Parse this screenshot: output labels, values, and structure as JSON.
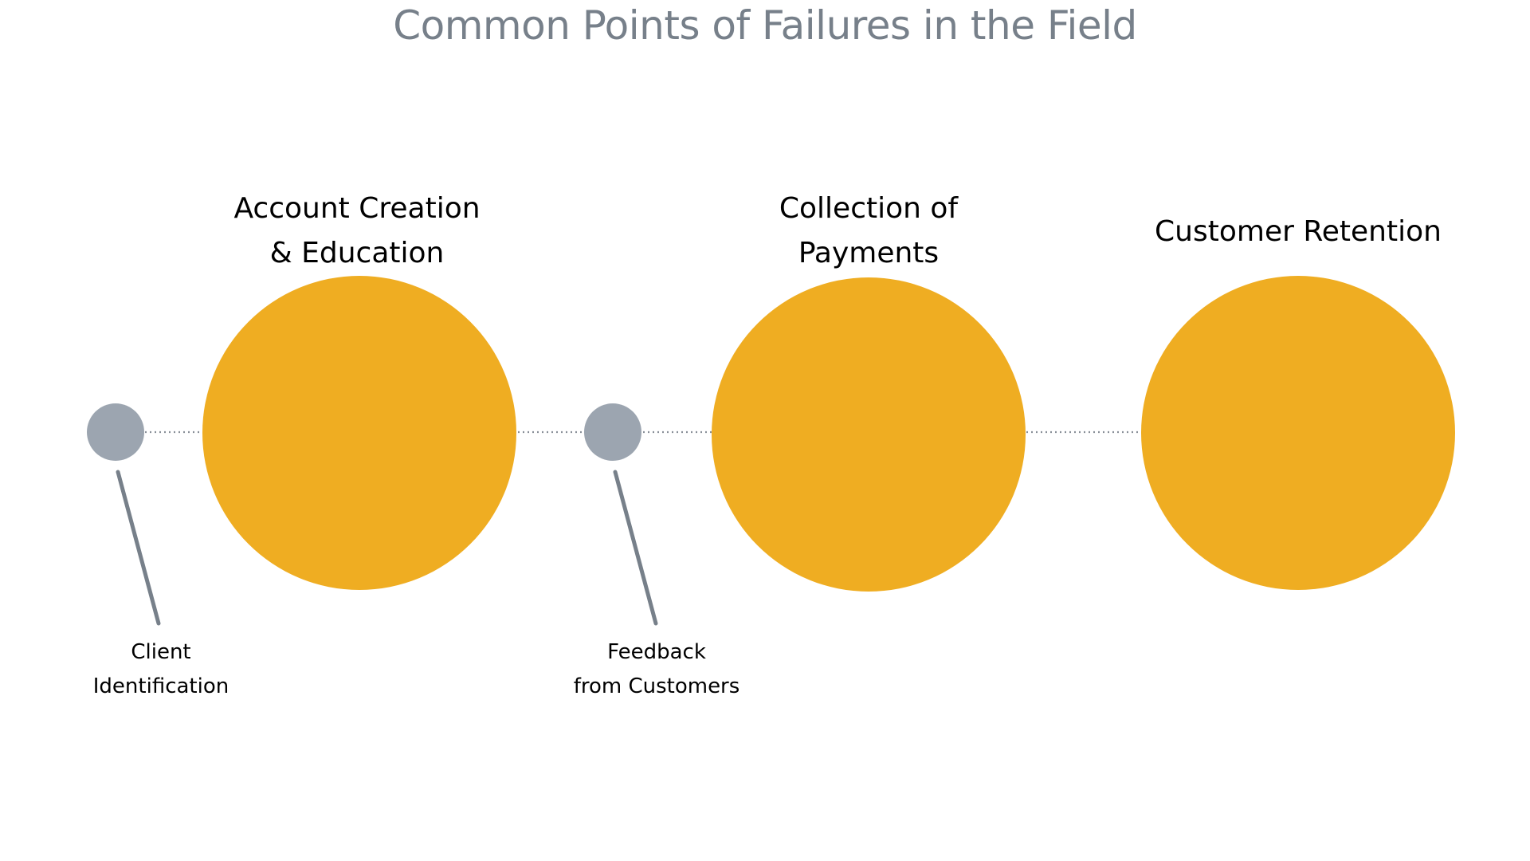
{
  "title": "Common Points of Failures in the Field",
  "colors": {
    "title": "#77808a",
    "stage_circle": "#efad22",
    "milestone_dot": "#9ca5b0",
    "pointer_line": "#77808a",
    "connector": "#8a9099"
  },
  "stages": [
    {
      "line1": "Account Creation",
      "line2": "& Education"
    },
    {
      "line1": "Collection of",
      "line2": "Payments"
    },
    {
      "line1": "Customer Retention",
      "line2": ""
    }
  ],
  "milestones": [
    {
      "line1": "Client",
      "line2": "Identification"
    },
    {
      "line1": "Feedback",
      "line2": "from Customers"
    }
  ]
}
